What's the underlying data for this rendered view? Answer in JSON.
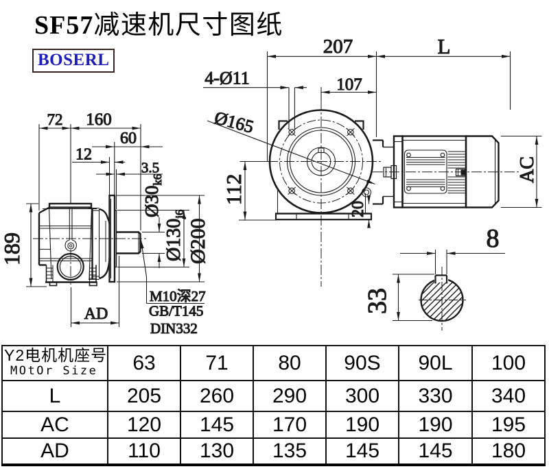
{
  "title": {
    "model": "SF57",
    "suffix": "减速机尺寸图纸"
  },
  "logo": {
    "text": "BOSERL",
    "text_color": "#1d1dbb",
    "border_color": "#3a2422"
  },
  "drawing": {
    "line_color": "#1a1a1a",
    "side_view": {
      "dim_72": "72",
      "dim_160": "160",
      "dim_60": "60",
      "dim_12": "12",
      "dim_3_5": "3.5",
      "dim_189": "189",
      "dim_shaft": "Ø30",
      "dim_shaft_tol": "k6",
      "dim_spigot": "Ø130",
      "dim_spigot_tol": "j6",
      "dim_flange": "Ø200",
      "dim_ad": "AD",
      "note_line1": "M10深27",
      "note_line2": "GB/T145",
      "note_line3": "DIN332"
    },
    "front_view": {
      "dim_207": "207",
      "dim_l": "L",
      "dim_holes": "4-Ø11",
      "dim_107": "107",
      "dim_bolt_circle": "Ø165",
      "dim_112": "112",
      "dim_20": "20",
      "dim_ac": "AC"
    },
    "shaft_section": {
      "dim_key_width": "8",
      "dim_key_height": "33"
    }
  },
  "table": {
    "header": {
      "row_label_cn": "Y2电机机座号",
      "row_label_en": "MOtOr Size",
      "sizes": [
        "63",
        "71",
        "80",
        "90S",
        "90L",
        "100"
      ]
    },
    "rows": [
      {
        "label": "L",
        "values": [
          "205",
          "260",
          "290",
          "300",
          "330",
          "340"
        ]
      },
      {
        "label": "AC",
        "values": [
          "120",
          "145",
          "170",
          "190",
          "190",
          "195"
        ]
      },
      {
        "label": "AD",
        "values": [
          "110",
          "130",
          "135",
          "145",
          "145",
          "180"
        ]
      }
    ]
  }
}
